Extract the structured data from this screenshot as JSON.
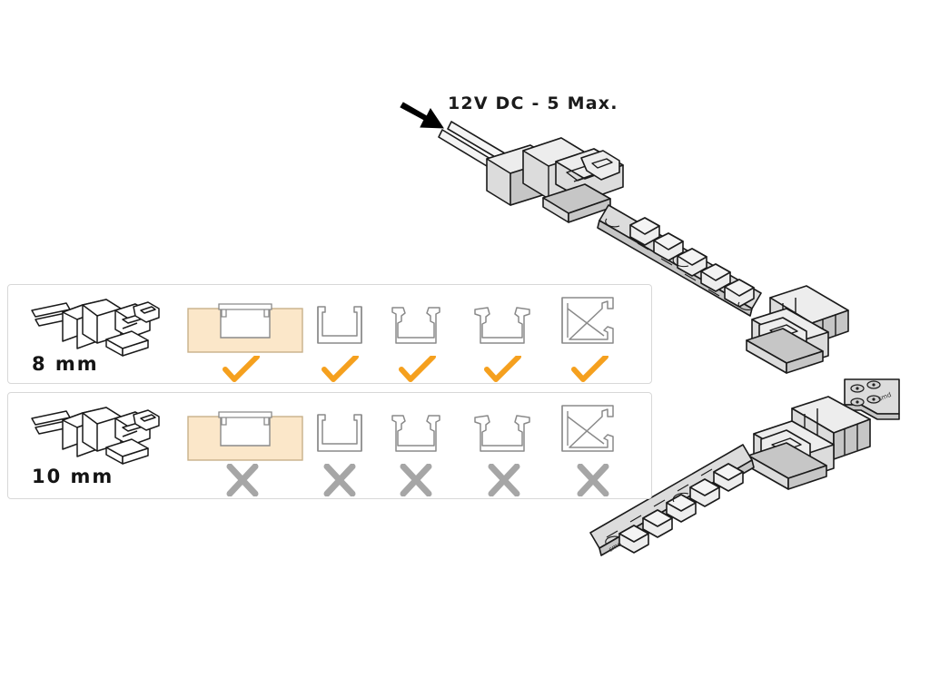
{
  "diagram": {
    "title_text": "12V DC - 5 Max.",
    "arrow": {
      "name": "input-power-arrow",
      "direction": "down-right"
    },
    "colors": {
      "check": "#F5A01E",
      "cross": "#A6A6A6",
      "profile_outline": "#7d7d7d",
      "recess_fill": "#FBE7C9",
      "recess_stroke": "#C8B08A",
      "panel_border": "#d8d8d8",
      "part_fill": "#DCDCDC",
      "part_stroke": "#1a1a1a",
      "text": "#141414",
      "arrow": "#000000"
    },
    "compatibility_rows": [
      {
        "id": "row-8mm",
        "size_label": "8 mm",
        "verdict": "compatible",
        "mark": "check",
        "mark_glyph": "✓",
        "connector_name": "strip-connector-8mm",
        "profiles": [
          {
            "name": "recessed-profile",
            "type": "recessed",
            "highlighted": true,
            "mark": "check"
          },
          {
            "name": "surface-u-profile",
            "type": "u-plain",
            "highlighted": false,
            "mark": "check"
          },
          {
            "name": "winged-u-profile",
            "type": "u-winged",
            "highlighted": false,
            "mark": "check"
          },
          {
            "name": "wide-winged-u-profile",
            "type": "u-wide",
            "highlighted": false,
            "mark": "check"
          },
          {
            "name": "corner-profile",
            "type": "corner",
            "highlighted": false,
            "mark": "check"
          }
        ]
      },
      {
        "id": "row-10mm",
        "size_label": "10 mm",
        "verdict": "incompatible",
        "mark": "cross",
        "mark_glyph": "✕",
        "connector_name": "strip-connector-10mm",
        "profiles": [
          {
            "name": "recessed-profile",
            "type": "recessed",
            "highlighted": true,
            "mark": "cross"
          },
          {
            "name": "surface-u-profile",
            "type": "u-plain",
            "highlighted": false,
            "mark": "cross"
          },
          {
            "name": "winged-u-profile",
            "type": "u-winged",
            "highlighted": false,
            "mark": "cross"
          },
          {
            "name": "wide-winged-u-profile",
            "type": "u-wide",
            "highlighted": false,
            "mark": "cross"
          },
          {
            "name": "corner-profile",
            "type": "corner",
            "highlighted": false,
            "mark": "cross"
          }
        ]
      }
    ],
    "assembly_parts": [
      {
        "name": "power-lead-connector",
        "label": ""
      },
      {
        "name": "led-strip-upper",
        "label": ""
      },
      {
        "name": "strip-to-strip-connector-closed",
        "label": ""
      },
      {
        "name": "led-strip-end-tab",
        "label": ""
      },
      {
        "name": "strip-to-strip-connector-open",
        "label": ""
      },
      {
        "name": "led-strip-lower",
        "label": ""
      }
    ]
  }
}
